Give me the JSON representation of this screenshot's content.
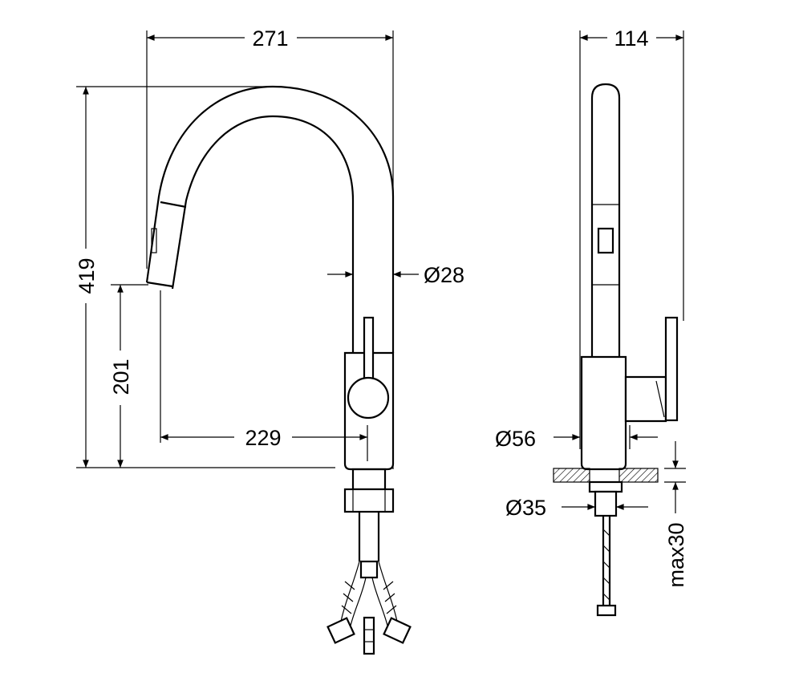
{
  "front_view": {
    "width_label": "271",
    "height_label": "419",
    "spout_height_label": "201",
    "reach_label": "229",
    "tube_diameter_label": "Ø28"
  },
  "side_view": {
    "depth_label": "114",
    "base_diameter_label": "Ø56",
    "hole_diameter_label": "Ø35",
    "counter_thickness_label": "max30"
  }
}
